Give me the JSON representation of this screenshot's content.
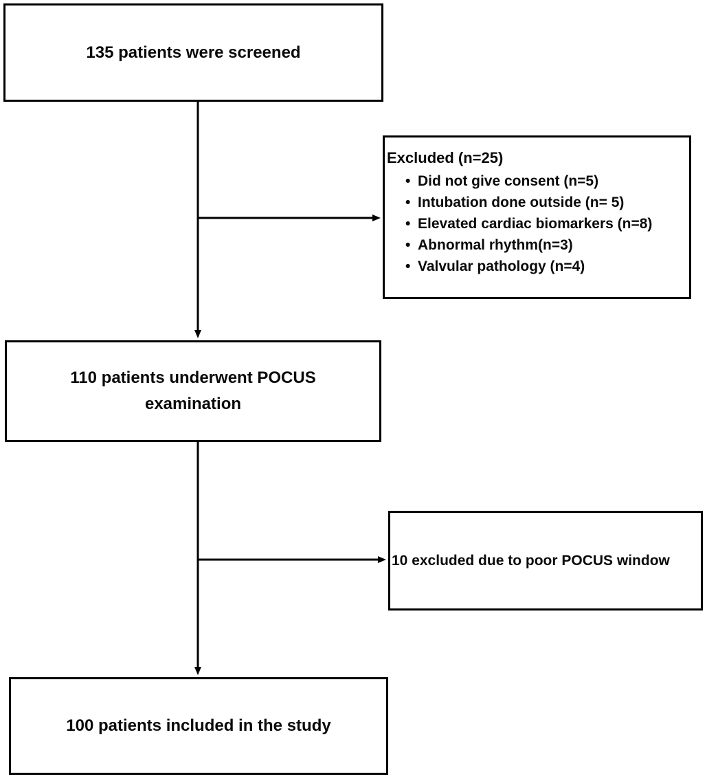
{
  "colors": {
    "line": "#000000",
    "background": "#ffffff",
    "text": "#0a0a0a"
  },
  "flowchart": {
    "screened": {
      "text": "135 patients were screened"
    },
    "excluded": {
      "title": "Excluded (n=25)",
      "items": [
        "Did not give consent (n=5)",
        "Intubation done outside (n= 5)",
        "Elevated cardiac biomarkers (n=8)",
        "Abnormal rhythm(n=3)",
        "Valvular pathology (n=4)"
      ]
    },
    "pocus": {
      "text": "110 patients underwent POCUS examination"
    },
    "poor_window": {
      "text": "10 excluded due to poor POCUS window"
    },
    "included": {
      "text": "100 patients included in the study"
    }
  }
}
